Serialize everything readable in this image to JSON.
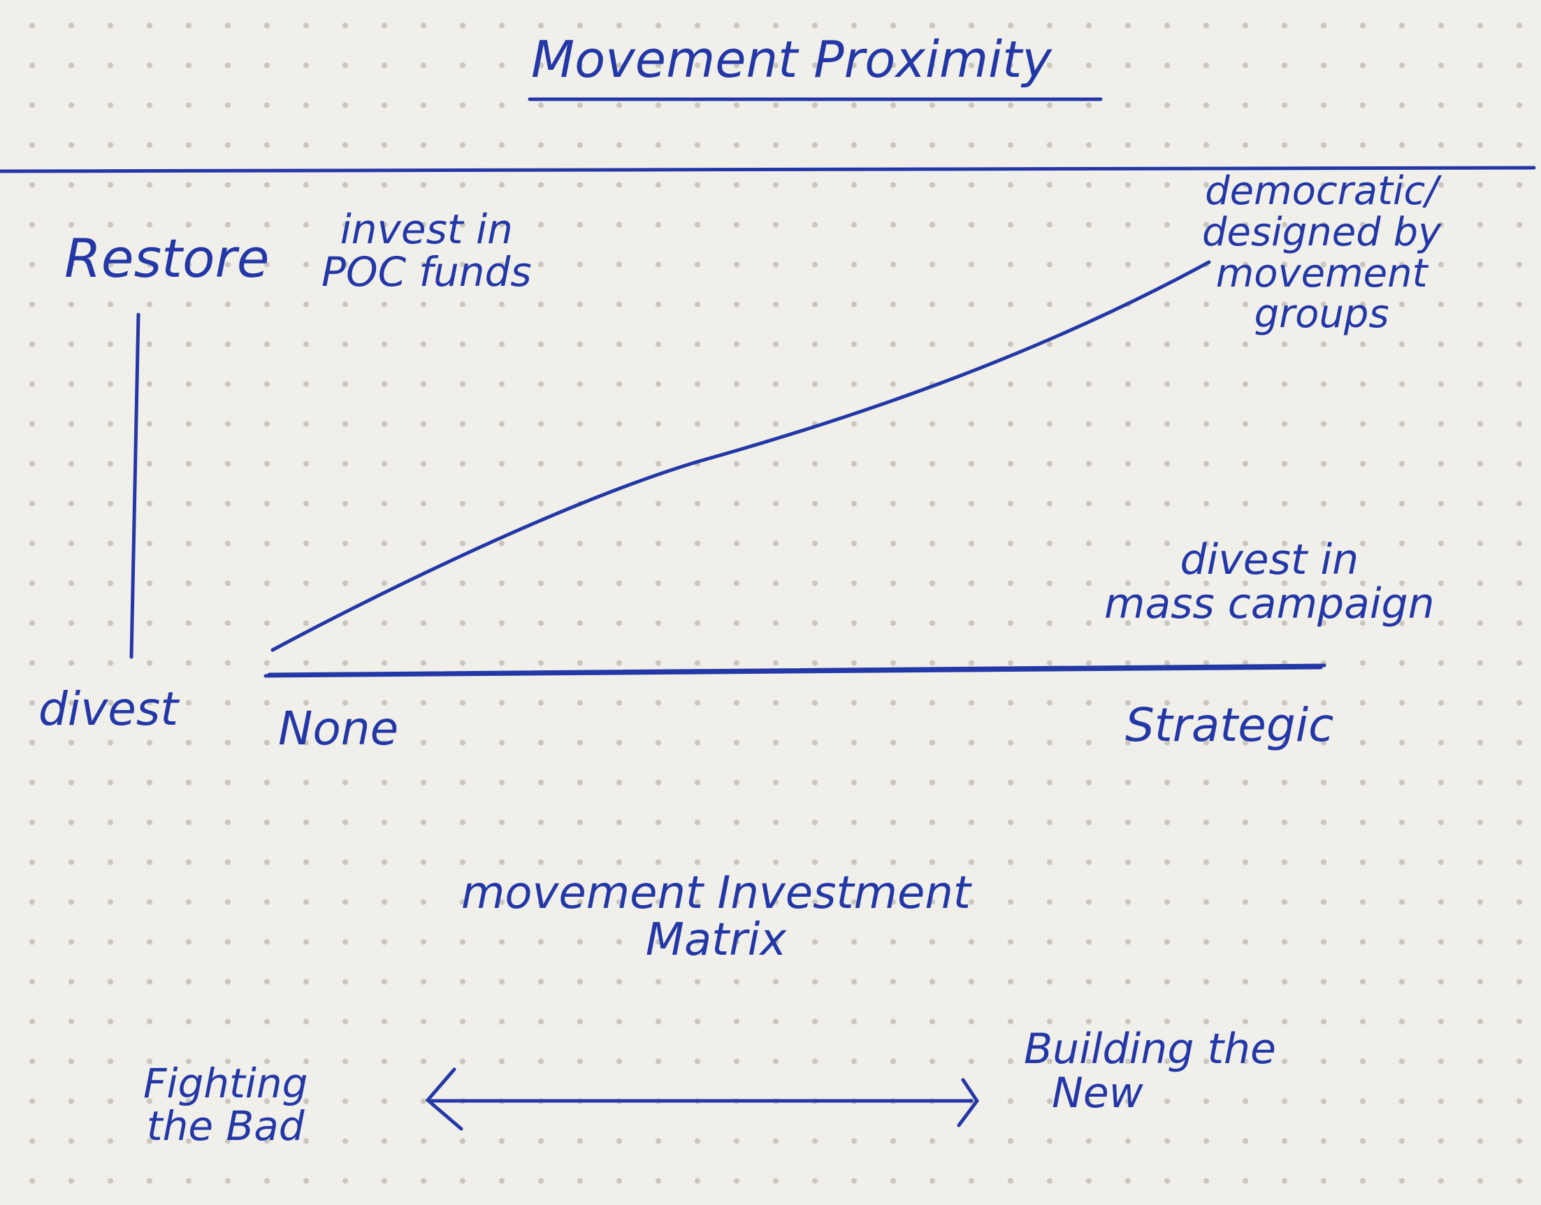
{
  "title": "Movement Proximity",
  "y_axis": {
    "top_label": "Restore",
    "bottom_label": "divest"
  },
  "x_axis": {
    "left_label": "None",
    "right_label": "Strategic"
  },
  "annotations": {
    "top_left": [
      "invest in",
      "POC funds"
    ],
    "top_right": [
      "democratic/",
      "designed by",
      "movement",
      "groups"
    ],
    "bottom_right": [
      "divest in",
      "mass campaign"
    ]
  },
  "matrix_title": [
    "movement Investment",
    "Matrix"
  ],
  "spectrum": {
    "left": [
      "Fighting",
      "the Bad"
    ],
    "right": [
      "Building the",
      "New"
    ]
  },
  "ink_color": "#2338a6"
}
